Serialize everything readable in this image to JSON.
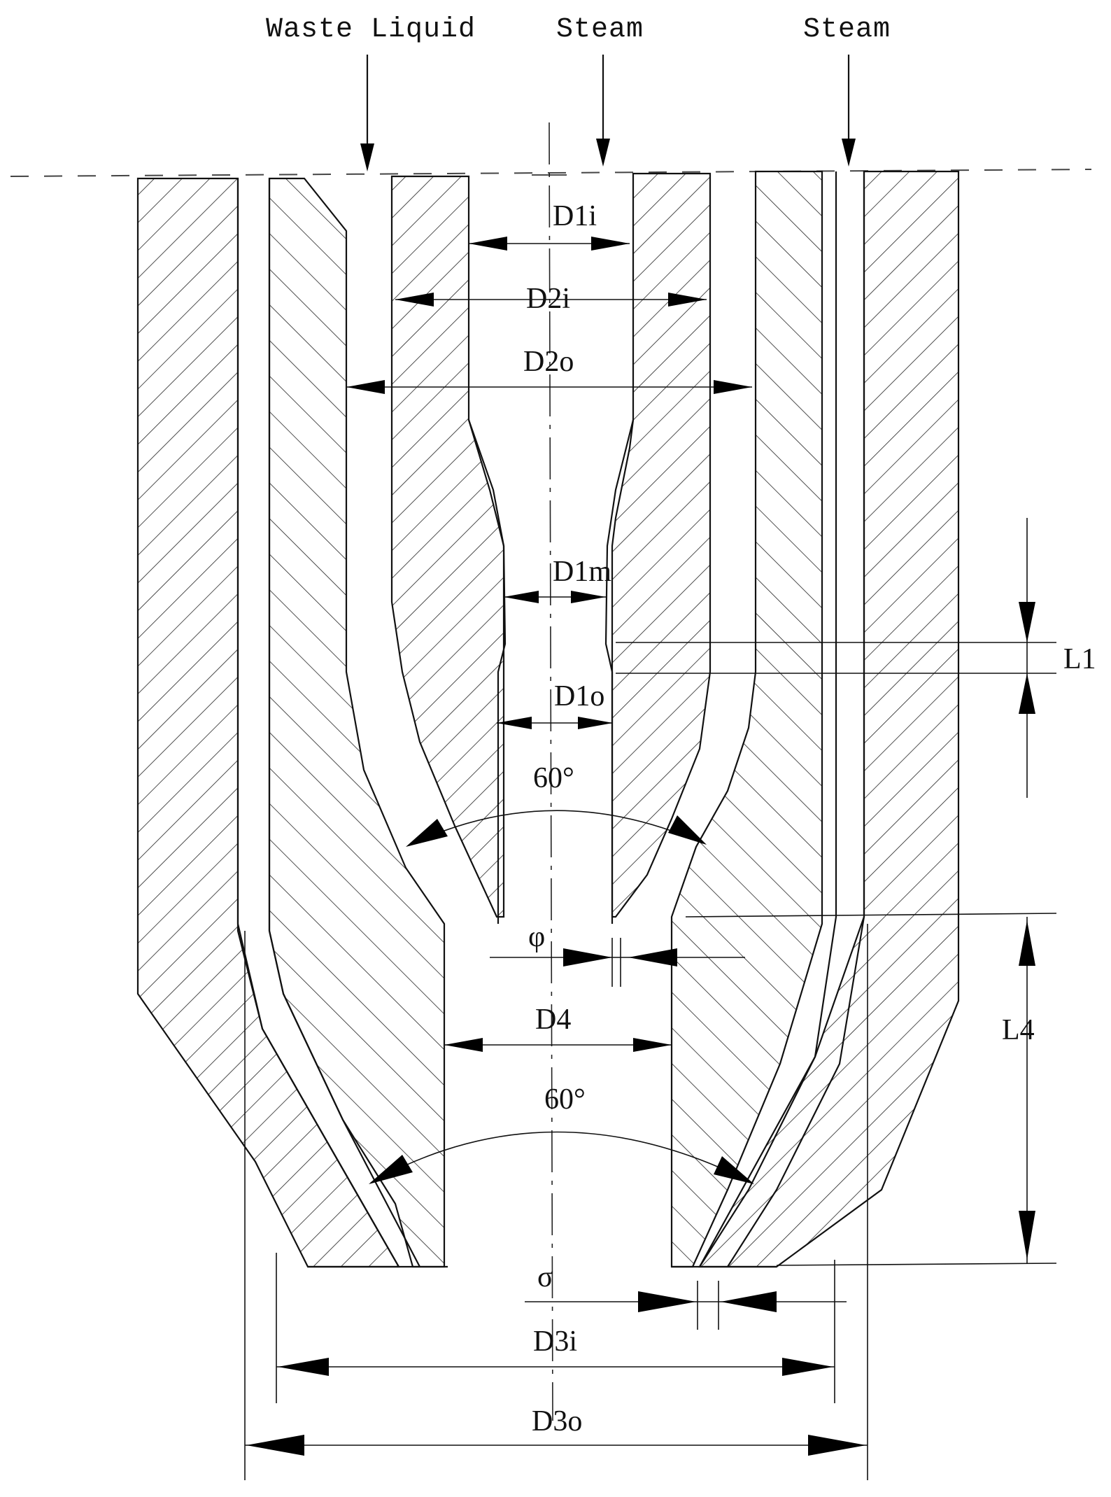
{
  "labels": {
    "waste_liquid": "Waste Liquid",
    "steam_center": "Steam",
    "steam_right": "Steam",
    "d1i": "D1i",
    "d2i": "D2i",
    "d2o": "D2o",
    "d1m": "D1m",
    "d1o": "D1o",
    "angle_upper": "60°",
    "phi": "φ",
    "d4": "D4",
    "angle_lower": "60°",
    "sigma": "σ",
    "d3i": "D3i",
    "d3o": "D3o",
    "l1": "L1",
    "l4": "L4"
  },
  "colors": {
    "ink": "#111111",
    "background": "#ffffff"
  }
}
